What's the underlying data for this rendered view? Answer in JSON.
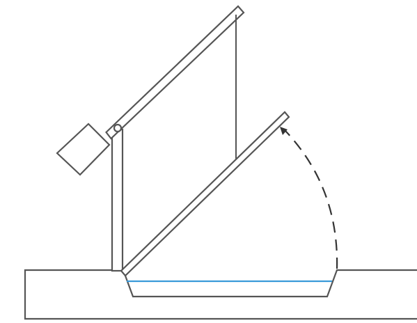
{
  "diagram": {
    "colors": {
      "background": "#ffffff",
      "stroke": "#555555",
      "water": "#3a9ad9",
      "arrow": "#333333"
    },
    "parts": [
      "ground",
      "channel",
      "water-surface",
      "support-post",
      "pivot-pin",
      "upper-lever-arm",
      "counterweight-box",
      "suspension-rod",
      "gate-leaf",
      "opening-arc-arrow"
    ]
  }
}
